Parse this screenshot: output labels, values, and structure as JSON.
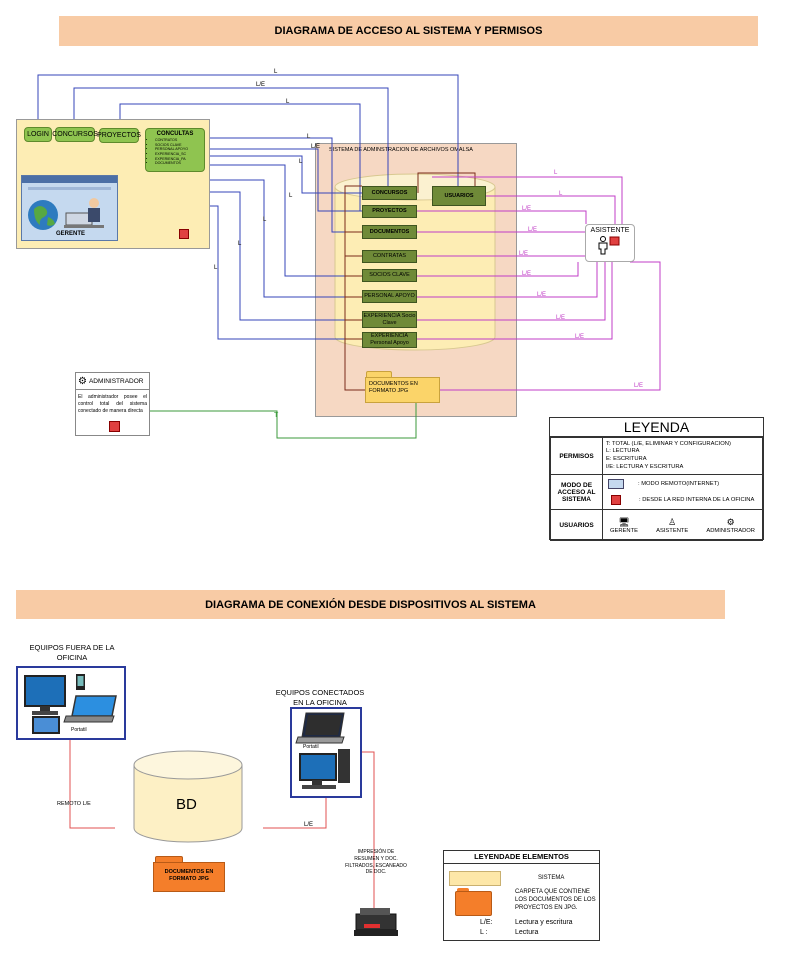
{
  "top": {
    "title": "DIAGRAMA DE ACCESO AL SISTEMA Y PERMISOS",
    "gerente_panel": {
      "buttons": [
        "LOGIN",
        "CONCURSOS",
        "PROYECTOS"
      ],
      "consultas_title": "CONCULTAS",
      "consultas_items": [
        "CONTRATOS",
        "SOCIOS CLAVE",
        "PERSONAL APOYO",
        "EXPERIENCIA_SC",
        "EXPERIENCIA_PA",
        "DOCUMENTOS"
      ],
      "user_label": "GERENTE"
    },
    "system": {
      "title": "SISTEMA DE ADMINSTRACION DE ARCHIVOS OMALSA",
      "modules": [
        "CONCURSOS",
        "PROYECTOS",
        "DOCUMENTOS",
        "CONTRATAS",
        "SOCIOS CLAVE",
        "PERSONAL APOYO",
        "EXPERIENCIA Socio Clave",
        "EXPERIENCIA Personal Apoyo"
      ],
      "usuarios": "USUARIOS",
      "folder": "DOCUMENTOS EN FORMATO JPG"
    },
    "asistente": "ASISTENTE",
    "admin": {
      "title": "ADMINISTRADOR",
      "text": "El administrador posee el control total del sistema conectado de manera directa"
    },
    "edge_labels": {
      "L": "L",
      "LE": "L/E",
      "T": "T"
    },
    "legend": {
      "title": "LEYENDA",
      "permisos_label": "PERMISOS",
      "permisos": [
        "T: TOTAL (L/E, ELIMINAR Y CONFIGURACION)",
        "L: LECTURA",
        "E: ESCRITURA",
        "I/E: LECTURA Y ESCRITURA"
      ],
      "modo_label": "MODO DE ACCESO AL SISTEMA",
      "modo": [
        ": MODO REMOTO(INTERNET)",
        ": DESDE LA RED INTERNA DE LA  OFICINA"
      ],
      "usuarios_label": "USUARIOS",
      "usuarios": [
        "GERENTE",
        "ASISTENTE",
        "ADMINISTRADOR"
      ]
    }
  },
  "bottom": {
    "title": "DIAGRAMA DE CONEXIÓN DESDE DISPOSITIVOS AL SISTEMA",
    "outside": "EQUIPOS FUERA DE LA OFICINA",
    "inside": "EQUIPOS CONECTADOS EN LA OFICINA",
    "portatil": "Portatil",
    "db": "BD",
    "folder": "DOCUMENTOS EN FORMATO JPG",
    "remote_label": "REMOTO L/E",
    "le_label": "L/E",
    "printer_text": "IMPRESIÓN DE RESUMEN Y DOC. FILTRADOS, ESCANEADO DE  DOC.",
    "legend": {
      "title": "LEYENDADE ELEMENTOS",
      "sistema": "SISTEMA",
      "carpeta": "CARPETA QUE CONTIENE LOS DOCUMENTOS DE LOS PROYECTOS EN JPG.",
      "le_key": "L/E:",
      "le_val": "Lectura y escritura",
      "l_key": "L :",
      "l_val": "Lectura"
    }
  },
  "colors": {
    "banner": "#f8cba5",
    "blue_line": "#3645b8",
    "purple_line": "#c03dc7",
    "green_line": "#3b9a3b",
    "red_line": "#e05050",
    "module_green": "#6f8a38",
    "yellow_panel": "#fdedb4"
  }
}
